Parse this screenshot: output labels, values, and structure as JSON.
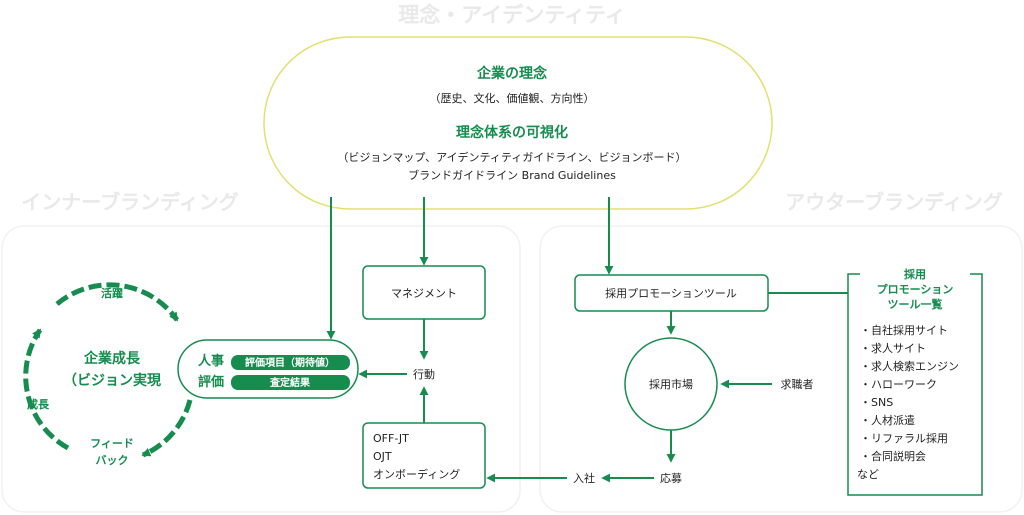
{
  "section_labels": {
    "top": "理念・アイデンティティ",
    "left": "インナーブランディング",
    "right": "アウターブランディング"
  },
  "philosophy": {
    "title": "企業の理念",
    "subtitle": "（歴史、文化、価値観、方向性）",
    "title2": "理念体系の可視化",
    "line1": "（ビジョンマップ、アイデンティティガイドライン、ビジョンボード）",
    "line2": "ブランドガイドライン Brand Guidelines"
  },
  "cycle": {
    "center1": "企業成長",
    "center2": "（ビジョン実現",
    "active": "活躍",
    "growth": "成長",
    "feedback1": "フィード",
    "feedback2": "バック"
  },
  "hr": {
    "label1": "人事",
    "label2": "評価",
    "item1": "評価項目（期待値）",
    "item2": "査定結果"
  },
  "management": "マネジメント",
  "action": "行動",
  "training": [
    "OFF-JT",
    "OJT",
    "オンボーディング"
  ],
  "join": "入社",
  "apply": "応募",
  "promo_tool": "採用プロモーションツール",
  "market": "採用市場",
  "job_seeker": "求職者",
  "tool_list": {
    "title1": "採用",
    "title2": "プロモーション",
    "title3": "ツール一覧",
    "items": [
      "・自社採用サイト",
      "・求人サイト",
      "・求人検索エンジン",
      "・ハローワーク",
      "・SNS",
      "・人材派遣",
      "・リファラル採用",
      "・合同説明会",
      "など"
    ]
  },
  "colors": {
    "accent": "#168c4f",
    "highlight": "#e3e070"
  }
}
